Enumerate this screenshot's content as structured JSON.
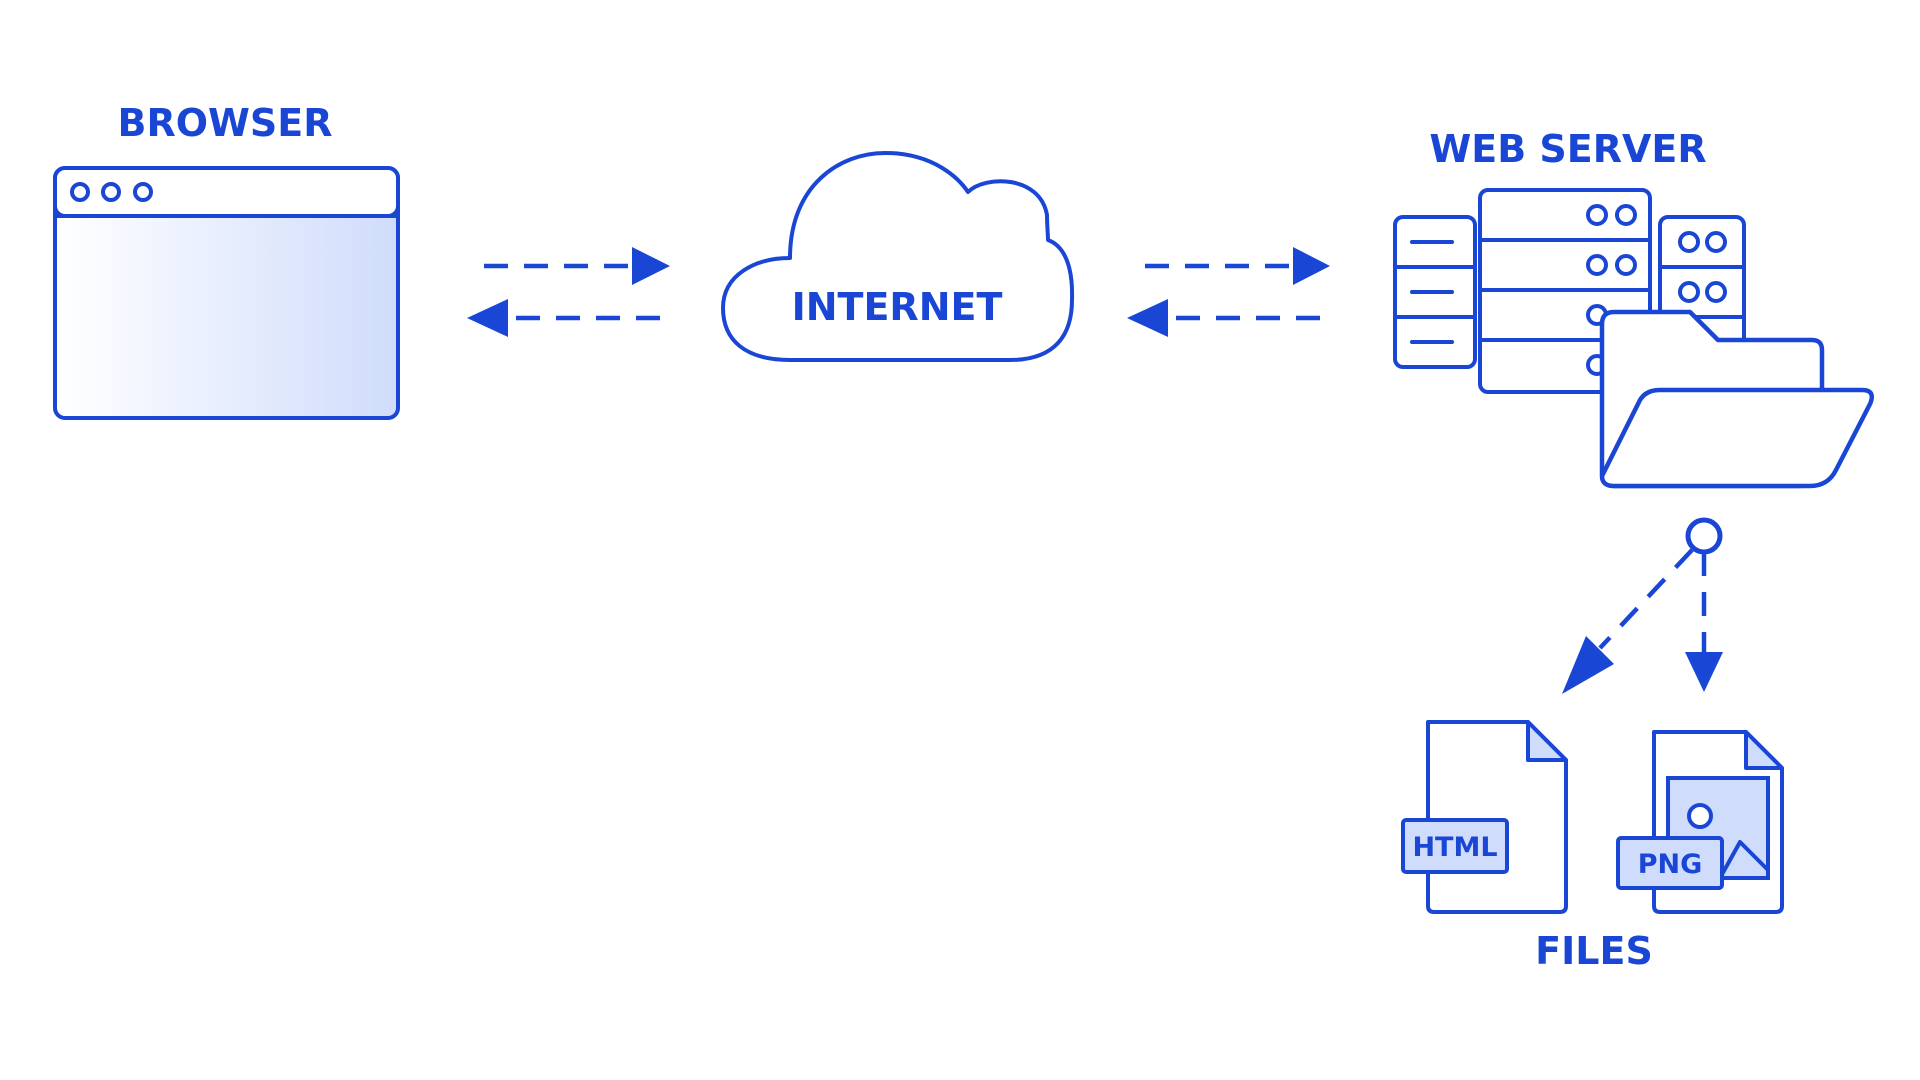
{
  "labels": {
    "browser": "BROWSER",
    "internet": "INTERNET",
    "web_server": "WEB SERVER",
    "files": "FILES"
  },
  "file_tags": {
    "html": "HTML",
    "png": "PNG"
  },
  "colors": {
    "accent": "#1a46d6",
    "light_fill": "#cfdcfb",
    "background": "#ffffff"
  },
  "icons": [
    "browser-window-icon",
    "cloud-icon",
    "server-rack-icon",
    "open-folder-icon",
    "html-file-icon",
    "png-file-icon"
  ]
}
